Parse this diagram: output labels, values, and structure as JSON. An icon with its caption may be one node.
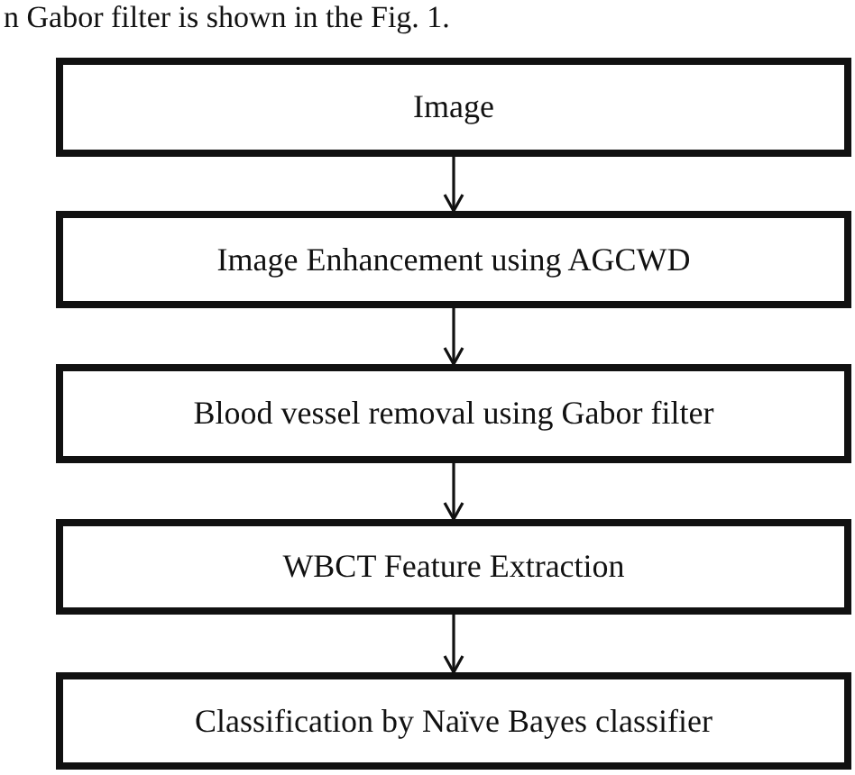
{
  "diagram": {
    "nodes": [
      {
        "text": [
          "Image"
        ]
      },
      {
        "text": [
          "Image Enhancement using AGCWD"
        ]
      },
      {
        "text": [
          "Blood vessel removal using Gabor filter"
        ]
      },
      {
        "text": [
          "WBCT Feature Extraction"
        ]
      },
      {
        "text": [
          "Classification by Naïve Bayes classifier"
        ]
      }
    ],
    "edges": [
      {
        "from": 0,
        "to": 1,
        "arrow": "to"
      },
      {
        "from": 1,
        "to": 2,
        "arrow": "to"
      },
      {
        "from": 2,
        "to": 3,
        "arrow": "to"
      },
      {
        "from": 3,
        "to": 4,
        "arrow": "to"
      }
    ],
    "labels": [
      "n Gabor filter is shown in the Fig. 1."
    ]
  }
}
